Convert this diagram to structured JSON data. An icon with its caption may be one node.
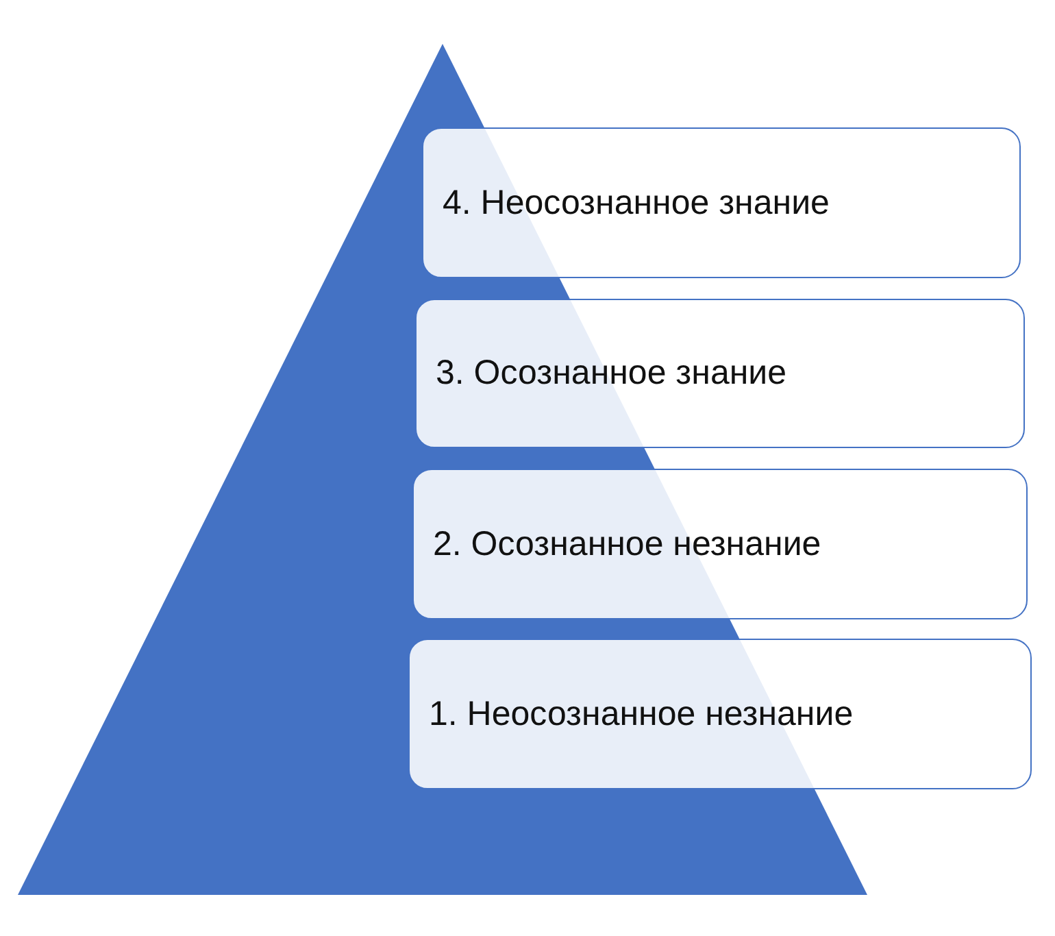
{
  "diagram": {
    "nodes": [
      {
        "text": [],
        "shape": "triangle"
      },
      {
        "text": [
          "4. Неосознанное знание"
        ]
      },
      {
        "text": [
          "3. Осознанное знание"
        ]
      },
      {
        "text": [
          "2. Осознанное незнание"
        ]
      },
      {
        "text": [
          "1. Неосознанное незнание"
        ]
      }
    ]
  }
}
